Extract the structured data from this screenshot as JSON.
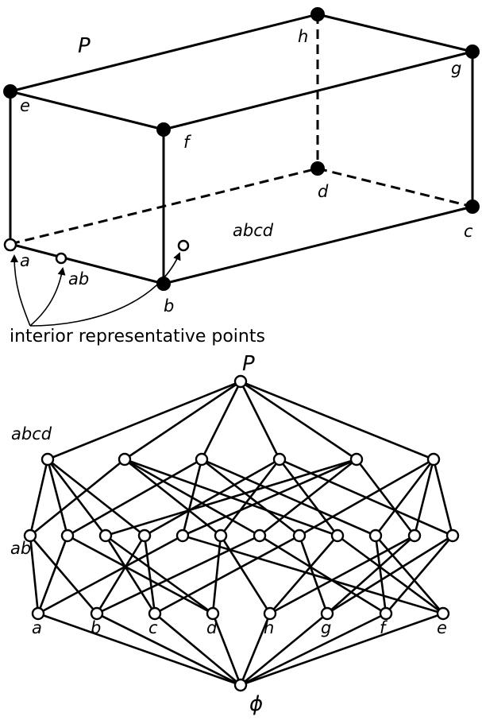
{
  "box": {
    "title": "P",
    "vertex_labels": {
      "a": "a",
      "b": "b",
      "c": "c",
      "d": "d",
      "e": "e",
      "f": "f",
      "g": "g",
      "h": "h"
    },
    "face_label": "abcd",
    "edge_label": "ab",
    "caption": "interior representative points"
  },
  "lattice": {
    "top_label": "P",
    "bottom_label": "ϕ",
    "facet_row_label": "abcd",
    "edge_row_label": "ab",
    "vertex_labels": [
      "a",
      "b",
      "c",
      "d",
      "h",
      "g",
      "f",
      "e"
    ]
  }
}
